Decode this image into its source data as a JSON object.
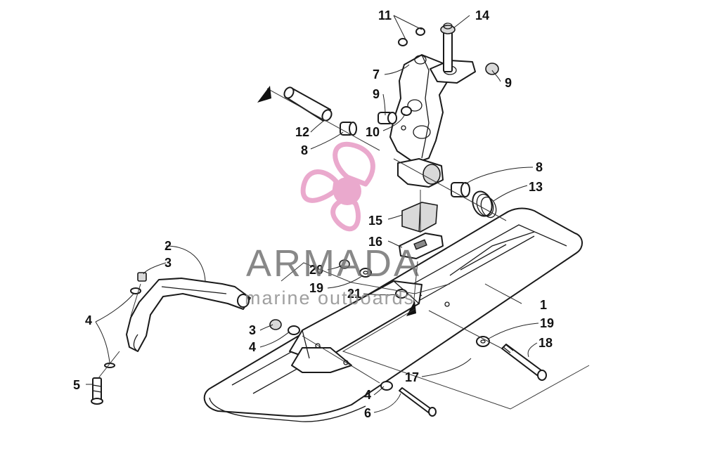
{
  "callouts": [
    {
      "id": "c1",
      "label": "1"
    },
    {
      "id": "c2",
      "label": "2"
    },
    {
      "id": "c3a",
      "label": "3"
    },
    {
      "id": "c3b",
      "label": "3"
    },
    {
      "id": "c4a",
      "label": "4"
    },
    {
      "id": "c4b",
      "label": "4"
    },
    {
      "id": "c4c",
      "label": "4"
    },
    {
      "id": "c5",
      "label": "5"
    },
    {
      "id": "c6",
      "label": "6"
    },
    {
      "id": "c7",
      "label": "7"
    },
    {
      "id": "c8a",
      "label": "8"
    },
    {
      "id": "c8b",
      "label": "8"
    },
    {
      "id": "c9a",
      "label": "9"
    },
    {
      "id": "c9b",
      "label": "9"
    },
    {
      "id": "c10",
      "label": "10"
    },
    {
      "id": "c11",
      "label": "11"
    },
    {
      "id": "c12",
      "label": "12"
    },
    {
      "id": "c13",
      "label": "13"
    },
    {
      "id": "c14",
      "label": "14"
    },
    {
      "id": "c15",
      "label": "15"
    },
    {
      "id": "c16",
      "label": "16"
    },
    {
      "id": "c17",
      "label": "17"
    },
    {
      "id": "c18",
      "label": "18"
    },
    {
      "id": "c19a",
      "label": "19"
    },
    {
      "id": "c19b",
      "label": "19"
    },
    {
      "id": "c20",
      "label": "20"
    },
    {
      "id": "c21",
      "label": "21"
    }
  ],
  "watermark": {
    "brand": "ARMADA",
    "tagline": "marine outboards",
    "logo_color": "#e8a0c8",
    "logo_name": "propeller-logo"
  },
  "colors": {
    "line": "#1a1a1a",
    "brand_text": "#6e6e6e"
  }
}
